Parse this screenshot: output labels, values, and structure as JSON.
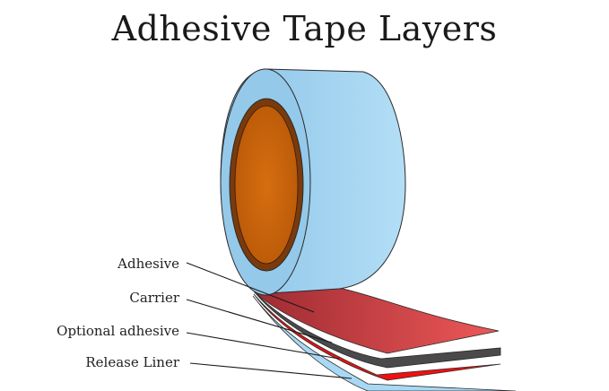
{
  "title": "Adhesive Tape Layers",
  "labels": {
    "adhesive": "Adhesive",
    "carrier": "Carrier",
    "optional_adhesive": "Optional adhesive",
    "release_liner": "Release Liner"
  },
  "colors": {
    "tape_roll": "#9dd0ef",
    "core": "#c8620a",
    "adhesive_layer": "#d94a4a",
    "carrier_layer": "#4a4a4a",
    "optional_adhesive_layer": "#f01010",
    "release_liner_layer": "#a9d8f4"
  }
}
